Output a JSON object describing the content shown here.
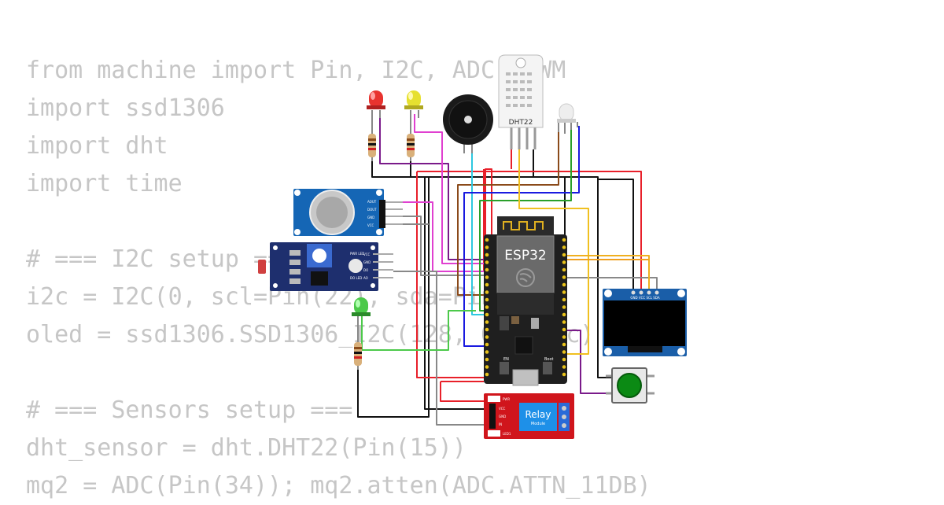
{
  "code": {
    "lines": [
      "from machine import Pin, I2C, ADC, PWM",
      "import ssd1306",
      "import dht",
      "import time",
      "",
      "# === I2C setup ===",
      "i2c = I2C(0, scl=Pin(22), sda=Pin(21))",
      "oled = ssd1306.SSD1306_I2C(128, 64, i2c)",
      "",
      "# === Sensors setup ===",
      "dht_sensor = dht.DHT22(Pin(15))",
      "mq2 = ADC(Pin(34)); mq2.atten(ADC.ATTN_11DB)"
    ]
  },
  "labels": {
    "esp32": "ESP32",
    "dht": "DHT22",
    "relay_line1": "Relay",
    "relay_line2": "Module",
    "relay_pins": [
      "VCC",
      "GND",
      "IN"
    ],
    "relay_leds": [
      "PWR",
      "LED1"
    ],
    "oled_pins": "GND VCC SCL SDA",
    "gas_pins": [
      "AOUT",
      "DOUT",
      "GND",
      "VCC"
    ],
    "ldr_pins": [
      "VCC",
      "GND",
      "DO",
      "AO"
    ],
    "ldr_leds": [
      "PWR LED",
      "DO LED"
    ],
    "esp_boot": "Boot",
    "esp_en": "EN"
  },
  "colors": {
    "code_text": "#c6c6c6",
    "led_red": "#e8332f",
    "led_yellow": "#e6e030",
    "led_green": "#4cc94a",
    "esp_board": "#1f1f1f",
    "gas_board": "#1566b5",
    "ldr_board": "#1e2f6e",
    "relay_board": "#d0151c",
    "oled_board": "#1a5ea8",
    "button_cap": "#0b8a14"
  },
  "icons": [
    "esp32-logo-icon",
    "buzzer-icon",
    "button-icon"
  ]
}
